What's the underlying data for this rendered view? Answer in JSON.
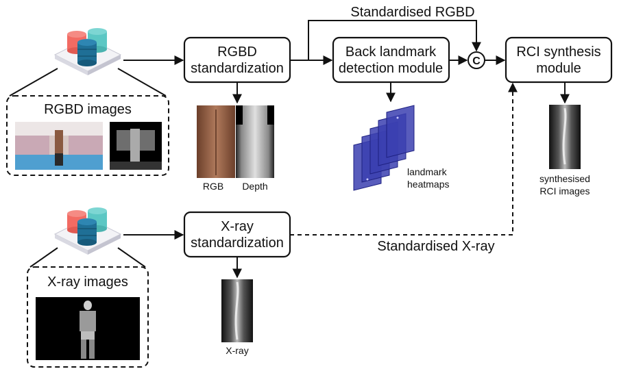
{
  "datasets": [
    {
      "id": "rgbd",
      "label": "RGBD images"
    },
    {
      "id": "xray",
      "label": "X-ray images"
    }
  ],
  "modules": {
    "rgbd_std": {
      "line1": "RGBD",
      "line2": "standardization"
    },
    "back_landmark": {
      "line1": "Back landmark",
      "line2": "detection module"
    },
    "rci_synth": {
      "line1": "RCI synthesis",
      "line2": "module"
    },
    "xray_std": {
      "line1": "X-ray",
      "line2": "standardization"
    }
  },
  "concat_symbol": "C",
  "edge_labels": {
    "std_rgbd": "Standardised RGBD",
    "std_xray": "Standardised X-ray"
  },
  "outputs": {
    "rgb": "RGB",
    "depth": "Depth",
    "heatmaps_line1": "landmark",
    "heatmaps_line2": "heatmaps",
    "synth_line1": "synthesised",
    "synth_line2": "RCI images",
    "xray": "X-ray"
  },
  "colors": {
    "db_red": "#f26b63",
    "db_teal": "#5cc7c4",
    "db_blue": "#1f6f96",
    "heatmap_fill": "#3b3fb0",
    "line": "#111111"
  }
}
